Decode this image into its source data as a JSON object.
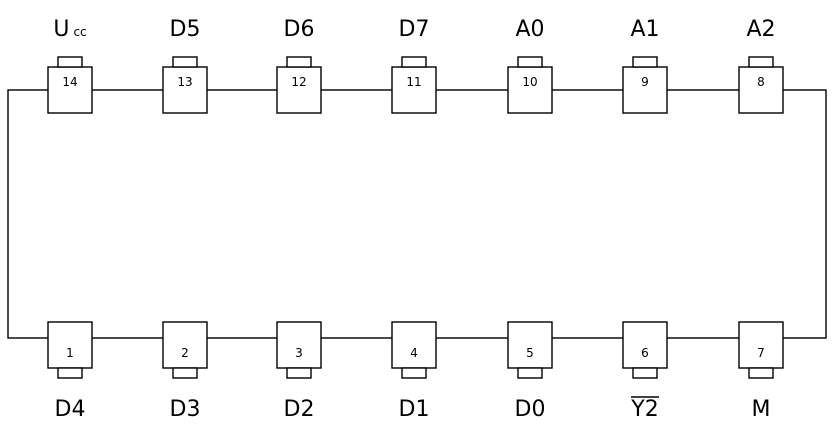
{
  "top_pins": [
    {
      "number": "14",
      "label": "U",
      "subscript": "cc",
      "overline": false
    },
    {
      "number": "13",
      "label": "D5",
      "subscript": "",
      "overline": false
    },
    {
      "number": "12",
      "label": "D6",
      "subscript": "",
      "overline": false
    },
    {
      "number": "11",
      "label": "D7",
      "subscript": "",
      "overline": false
    },
    {
      "number": "10",
      "label": "A0",
      "subscript": "",
      "overline": false
    },
    {
      "number": "9",
      "label": "A1",
      "subscript": "",
      "overline": false
    },
    {
      "number": "8",
      "label": "A2",
      "subscript": "",
      "overline": false
    }
  ],
  "bottom_pins": [
    {
      "number": "1",
      "label": "D4",
      "subscript": "",
      "overline": false
    },
    {
      "number": "2",
      "label": "D3",
      "subscript": "",
      "overline": false
    },
    {
      "number": "3",
      "label": "D2",
      "subscript": "",
      "overline": false
    },
    {
      "number": "4",
      "label": "D1",
      "subscript": "",
      "overline": false
    },
    {
      "number": "5",
      "label": "D0",
      "subscript": "",
      "overline": false
    },
    {
      "number": "6",
      "label": "Y2",
      "subscript": "",
      "overline": true
    },
    {
      "number": "7",
      "label": "M",
      "subscript": "",
      "overline": false
    }
  ]
}
